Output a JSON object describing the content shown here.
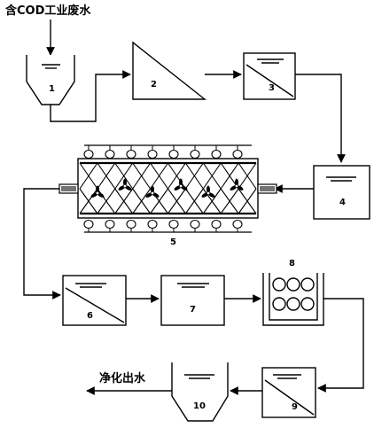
{
  "inlet_label": "含COD工业废水",
  "outlet_label": "净化出水",
  "units": [
    "1",
    "2",
    "3",
    "4",
    "5",
    "6",
    "7",
    "8",
    "9",
    "10"
  ],
  "colors": {
    "line": "#000000",
    "background": "#ffffff"
  }
}
